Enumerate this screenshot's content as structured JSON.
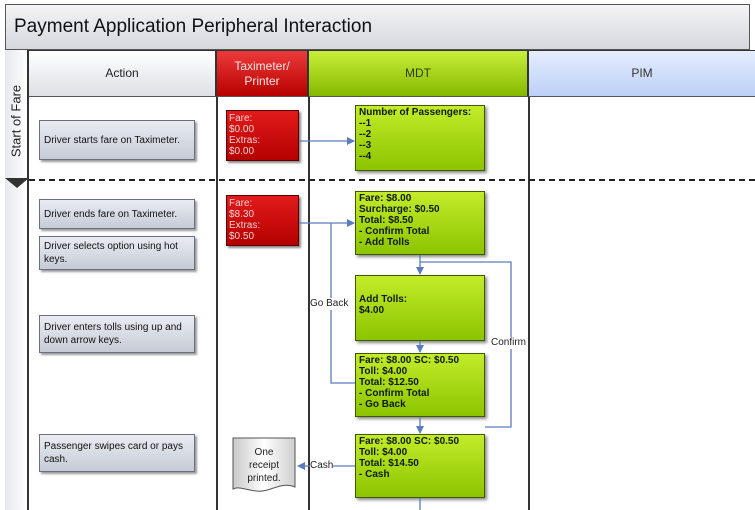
{
  "diagram": {
    "title": "Payment Application Peripheral Interaction",
    "phase_label": "Start of Fare",
    "lanes": {
      "action": "Action",
      "taximeter": "Taximeter/ Printer",
      "mdt": "MDT",
      "pim": "PIM"
    },
    "actions": [
      "Driver starts fare on Taximeter.",
      "Driver ends fare on Taximeter.",
      "Driver selects option using hot keys.",
      "Driver enters tolls using up and down arrow keys.",
      "Passenger swipes card or pays cash."
    ],
    "taximeter_boxes": [
      [
        "Fare:",
        "$0.00",
        "Extras:",
        "$0.00"
      ],
      [
        "Fare:",
        "$8.30",
        "Extras:",
        "$0.50"
      ]
    ],
    "mdt_boxes": [
      [
        "Number of Passengers:",
        "--1",
        "--2",
        "--3",
        "--4"
      ],
      [
        "Fare: $8.00",
        "Surcharge: $0.50",
        "Total: $8.50",
        "- Confirm Total",
        "- Add Tolls"
      ],
      [
        "Add Tolls:",
        "$4.00"
      ],
      [
        "Fare: $8.00 SC: $0.50",
        "Toll: $4.00",
        "Total: $12.50",
        "- Confirm Total",
        "- Go Back"
      ],
      [
        "Fare: $8.00   SC: $0.50",
        "Toll: $4.00",
        "Total: $14.50",
        "- Cash"
      ]
    ],
    "receipt": [
      "One",
      "receipt",
      "printed."
    ],
    "connector_labels": {
      "go_back": "Go Back",
      "confirm": "Confirm",
      "cash": "Cash"
    },
    "colors": {
      "taximeter": "#cc0000",
      "mdt": "#9acd14",
      "pim": "#c6d8f8",
      "connector": "#5b7dc0"
    }
  }
}
